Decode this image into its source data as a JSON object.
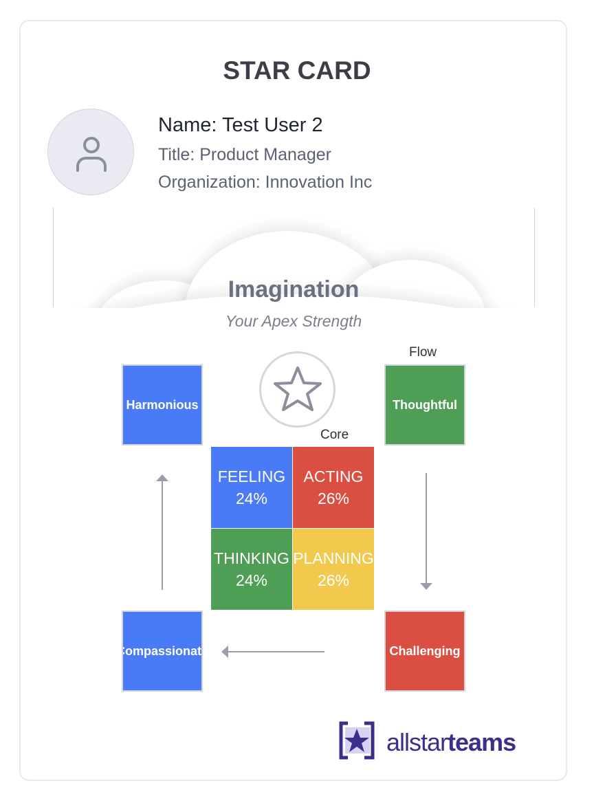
{
  "card": {
    "title": "STAR CARD"
  },
  "profile": {
    "avatar_icon": "user-icon",
    "name": "Name: Test User 2",
    "title": "Title: Product Manager",
    "organization": "Organization: Innovation Inc"
  },
  "apex": {
    "name": "Imagination",
    "subtitle": "Your Apex Strength",
    "icon": "star-icon"
  },
  "labels": {
    "flow": "Flow",
    "core": "Core"
  },
  "flow_attributes": {
    "top_left": {
      "label": "Harmonious",
      "color": "#4a7bf7"
    },
    "top_right": {
      "label": "Thoughtful",
      "color": "#4e9e56"
    },
    "bottom_right": {
      "label": "Challenging",
      "color": "#db4f43"
    },
    "bottom_left": {
      "label": "Compassionate",
      "color": "#4a7bf7"
    }
  },
  "quadrants": {
    "feeling": {
      "label": "FEELING",
      "percent": "24%",
      "color": "#4a7bf7"
    },
    "acting": {
      "label": "ACTING",
      "percent": "26%",
      "color": "#db4f43"
    },
    "thinking": {
      "label": "THINKING",
      "percent": "24%",
      "color": "#4e9e56"
    },
    "planning": {
      "label": "PLANNING",
      "percent": "26%",
      "color": "#f2c94c"
    }
  },
  "brand": {
    "logo_icon": "allstarteams-logo-icon",
    "name_light": "allstar",
    "name_bold": "teams",
    "color": "#3b2f8c"
  }
}
